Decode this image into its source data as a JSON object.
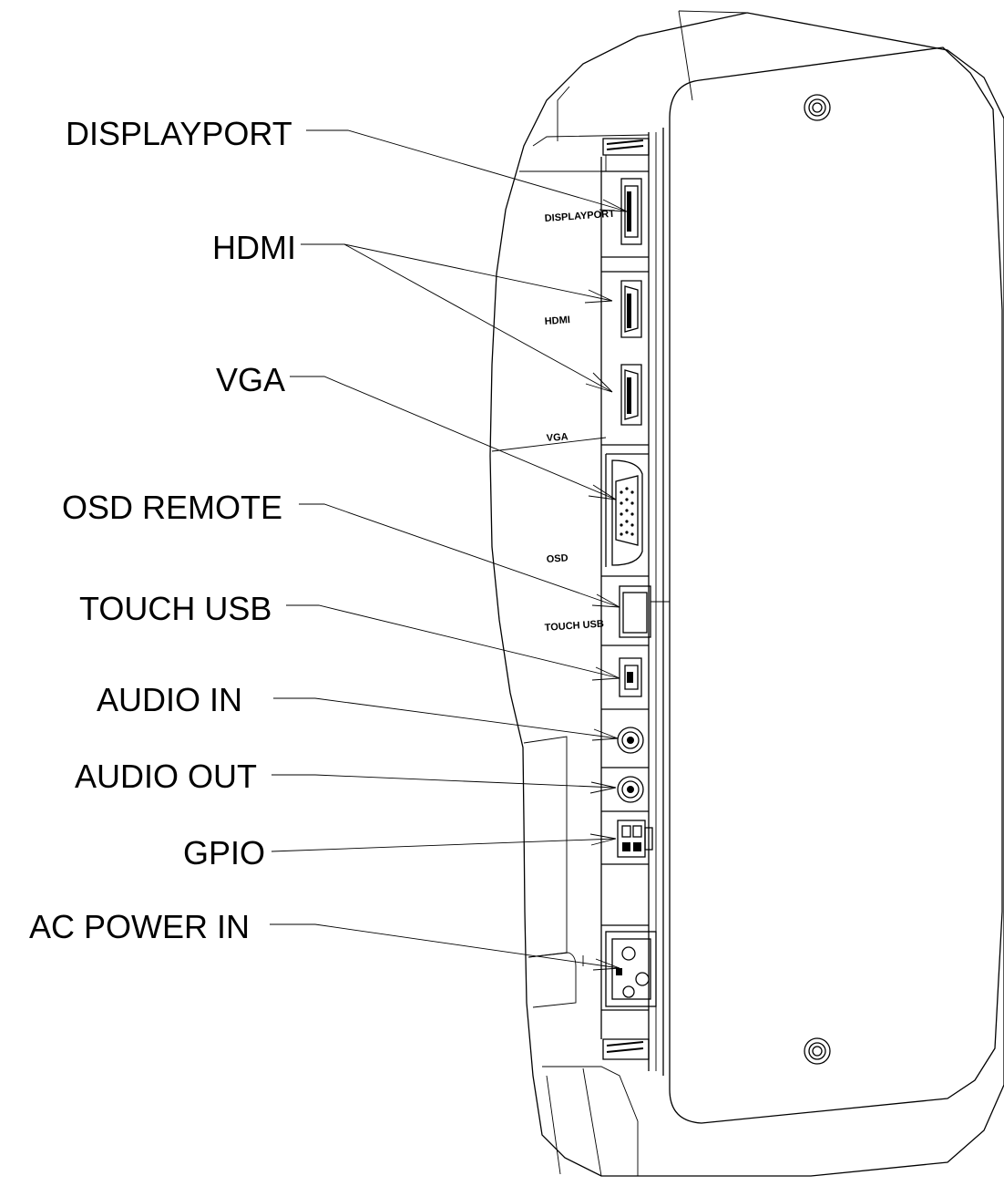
{
  "callouts": {
    "displayport": "DISPLAYPORT",
    "hdmi": "HDMI",
    "vga": "VGA",
    "osd_remote": "OSD REMOTE",
    "touch_usb": "TOUCH USB",
    "audio_in": "AUDIO IN",
    "audio_out": "AUDIO OUT",
    "gpio": "GPIO",
    "ac_power_in": "AC POWER IN"
  },
  "panel_labels": {
    "displayport": "DISPLAYPORT",
    "hdmi": "HDMI",
    "vga": "VGA",
    "osd": "OSD",
    "touch_usb": "TOUCH USB"
  },
  "colors": {
    "line": "#000000",
    "background": "#ffffff"
  }
}
